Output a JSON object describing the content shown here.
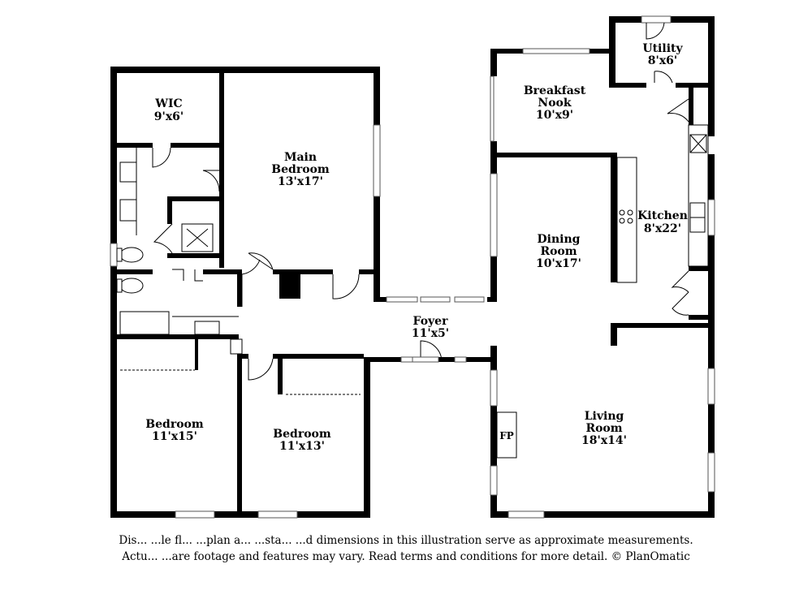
{
  "rooms": {
    "wic": {
      "name": "WIC",
      "dims": "9'x6'"
    },
    "main_bedroom": {
      "name": "Main Bedroom",
      "dims": "13'x17'"
    },
    "breakfast_nook": {
      "name": "Breakfast Nook",
      "dims": "10'x9'"
    },
    "utility": {
      "name": "Utility",
      "dims": "8'x6'"
    },
    "kitchen": {
      "name": "Kitchen",
      "dims": "8'x22'"
    },
    "dining_room": {
      "name": "Dining Room",
      "dims": "10'x17'"
    },
    "foyer": {
      "name": "Foyer",
      "dims": "11'x5'"
    },
    "living_room": {
      "name": "Living Room",
      "dims": "18'x14'"
    },
    "bedroom_1": {
      "name": "Bedroom",
      "dims": "11'x15'"
    },
    "bedroom_2": {
      "name": "Bedroom",
      "dims": "11'x13'"
    },
    "fireplace": {
      "name": "FP"
    }
  },
  "disclaimer": {
    "line1": "Dis... ...le fl... ...plan a... ...sta... ...d dimensions in this illustration serve as approximate measurements.",
    "line2": "Actu... ...are footage and features may vary. Read terms and conditions for more detail. © PlanOmatic"
  },
  "colors": {
    "wall": "#000000",
    "background": "#ffffff"
  }
}
